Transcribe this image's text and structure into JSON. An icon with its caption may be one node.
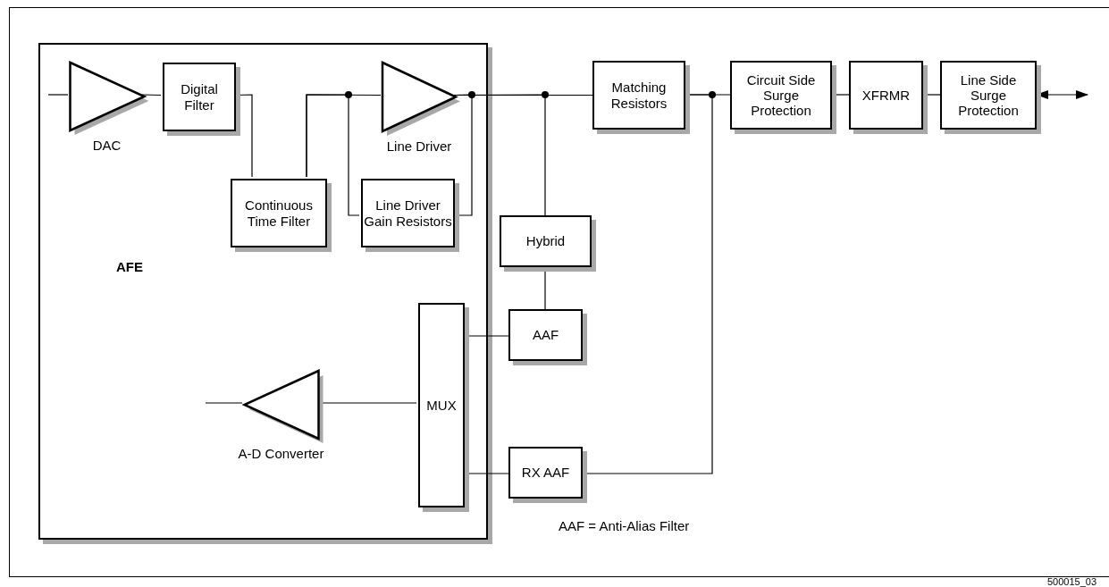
{
  "diagram": {
    "nodes": [
      {
        "text": [
          "AFE"
        ]
      },
      {
        "text": [
          "DAC"
        ],
        "in": 0
      },
      {
        "text": [
          "Digital Filter"
        ],
        "in": 0
      },
      {
        "text": [
          "Continuous Time Filter"
        ],
        "in": 0
      },
      {
        "text": [
          "Line Driver"
        ],
        "in": 0
      },
      {
        "text": [
          "Line Driver Gain Resistors"
        ],
        "in": 0
      },
      {
        "text": [
          "MUX"
        ],
        "in": 0
      },
      {
        "text": [
          "A-D Converter"
        ],
        "in": 0
      },
      {
        "text": [
          "Matching Resistors"
        ]
      },
      {
        "text": [
          "Hybrid"
        ]
      },
      {
        "text": [
          "AAF"
        ]
      },
      {
        "text": [
          "RX AAF"
        ]
      },
      {
        "text": [
          "Circuit Side Surge Protection"
        ]
      },
      {
        "text": [
          "XFRMR"
        ]
      },
      {
        "text": [
          "Line Side Surge Protection"
        ]
      }
    ],
    "edges": [
      {
        "from": null,
        "to": 1,
        "arrow": "none"
      },
      {
        "from": 1,
        "to": 2,
        "arrow": "none"
      },
      {
        "from": 2,
        "to": 3,
        "arrow": "none"
      },
      {
        "from": 3,
        "to": 4,
        "arrow": "none"
      },
      {
        "from": 3,
        "to": 5,
        "arrow": "none"
      },
      {
        "from": 5,
        "to": 4,
        "arrow": "none"
      },
      {
        "from": 4,
        "to": 8,
        "arrow": "none"
      },
      {
        "from": 4,
        "to": 9,
        "arrow": "none"
      },
      {
        "from": 9,
        "to": 10,
        "arrow": "none"
      },
      {
        "from": 10,
        "to": 6,
        "arrow": "none"
      },
      {
        "from": 11,
        "to": 6,
        "arrow": "none"
      },
      {
        "from": 6,
        "to": 7,
        "arrow": "none"
      },
      {
        "from": 7,
        "to": null,
        "arrow": "none"
      },
      {
        "from": 8,
        "to": 12,
        "arrow": "none"
      },
      {
        "from": 8,
        "to": 11,
        "arrow": "none"
      },
      {
        "from": 12,
        "to": 13,
        "arrow": "none"
      },
      {
        "from": 13,
        "to": 14,
        "arrow": "none"
      },
      {
        "from": 14,
        "to": null,
        "arrow": "both"
      }
    ],
    "labels": [
      "AAF = Anti-Alias Filter",
      "500015_03"
    ]
  }
}
